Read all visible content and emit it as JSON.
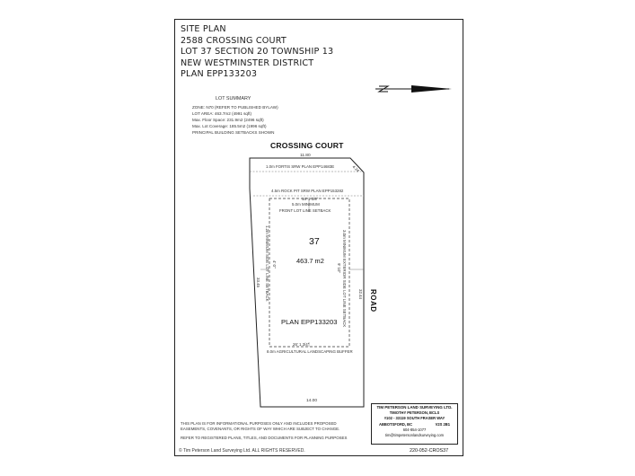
{
  "title": {
    "line1": "SITE PLAN",
    "line2": "2588 CROSSING COURT",
    "line3": "LOT 37 SECTION 20 TOWNSHIP 13",
    "line4": "NEW WESTMINSTER DISTRICT",
    "line5": "PLAN EPP133203"
  },
  "lot_summary": {
    "heading": "LOT SUMMARY",
    "zone": "ZONE: N70 (REFER TO PUBLISHED BYLAW)",
    "lot_area": "LOT AREA:           463.7m2 (4991 sqft)",
    "floor_space": "Max. Floor Space:   231.9m2 (2496 sqft)",
    "lot_coverage": "Max. Lot Coverage:  185.5m2 (1996 sqft)",
    "setbacks_note": "PRINCIPAL BUILDING SETBACKS SHOWN"
  },
  "street_name": "CROSSING COURT",
  "road_label": "ROAD",
  "plan": {
    "top_dim": "11.80",
    "corner_dim": "4.24",
    "srw_top": "1.0m FORTIS SRW PLAN EPP14683E",
    "srw_rock": "4.5m ROCK PIT SRW PLAN EPP153282",
    "front_imperial": "16' 1 3/4\"",
    "front_setback_value": "5.0m MINIMUM",
    "front_setback_label": "FRONT LOT LINE SETBACK",
    "left_setback": "1.2m MINIMUM SIDE LOT LINE SETBACK",
    "left_imperial": "4' 0\"",
    "right_setback": "3.0m MINIMUM EXTERIOR SIDE LOT LINE SETBACK",
    "right_imperial": "9' 10\"",
    "left_dim": "33.45",
    "right_dim": "32.44",
    "lot_number": "37",
    "lot_area": "463.7 m2",
    "plan_number": "PLAN EPP133203",
    "rear_imperial": "26' 1 3/4\"",
    "rear_buffer": "8.0m AGRICULTURAL LANDSCAPING BUFFER",
    "bottom_dim": "14.00"
  },
  "disclaimer": {
    "line1": "THIS PLAN IS FOR INFORMATIONAL PURPOSES ONLY AND INCLUDES PROPOSED",
    "line2": "EASEMENTS, COVENANTS, OR RIGHTS OF WAY WHICH ARE SUBJECT TO CHANGE.",
    "line3": "REFER TO REGISTERED PLANS, TITLES, AND DOCUMENTS FOR PLANNING PURPOSES"
  },
  "surveyor": {
    "firm": "TIM PETERSON LAND SURVEYING LTD.",
    "name": "TIMOTHY PETERSON, BCLS",
    "address1": "#102 - 33119 SOUTH FRASER WAY",
    "city": "ABBOTSFORD, BC",
    "postal": "V2S 2B1",
    "phone": "604-854-1077",
    "email": "tim@timpetersonlandsurveying.com"
  },
  "copyright": "© Tim Peterson Land Surveying Ltd.  ALL RIGHTS RESERVED.",
  "drawing_code": "220-052-CROS37",
  "icons": {
    "north_arrow": "north-arrow-icon"
  }
}
